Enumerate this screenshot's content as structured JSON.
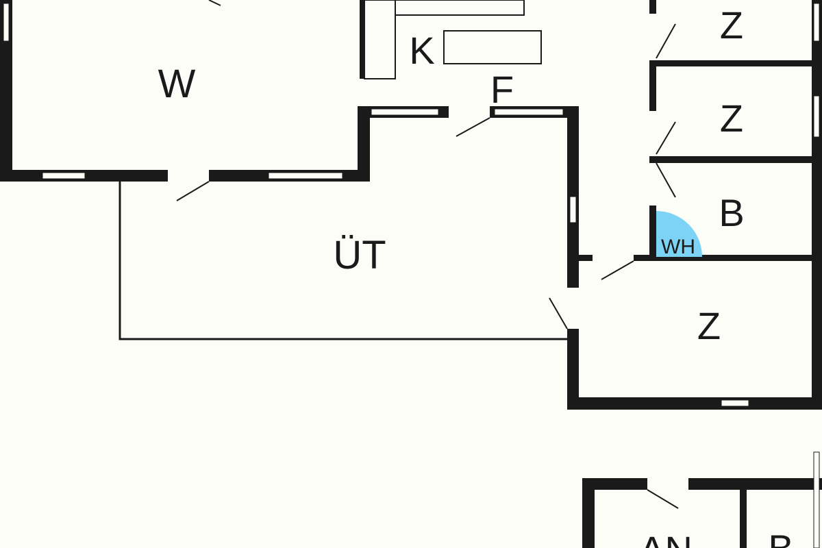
{
  "floor_plan": {
    "colors": {
      "wall": "#1a1a1a",
      "floor": "#fdfdf8",
      "water_heater": "#7dd3f5"
    },
    "rooms": {
      "living": "W",
      "kitchen": "K",
      "hall": "F",
      "bedroom_1": "Z",
      "bedroom_2": "Z",
      "bathroom": "B",
      "water_heater": "WH",
      "terrace": "ÜT",
      "bedroom_3": "Z",
      "annex": "AN",
      "annex_bath": "B"
    }
  }
}
